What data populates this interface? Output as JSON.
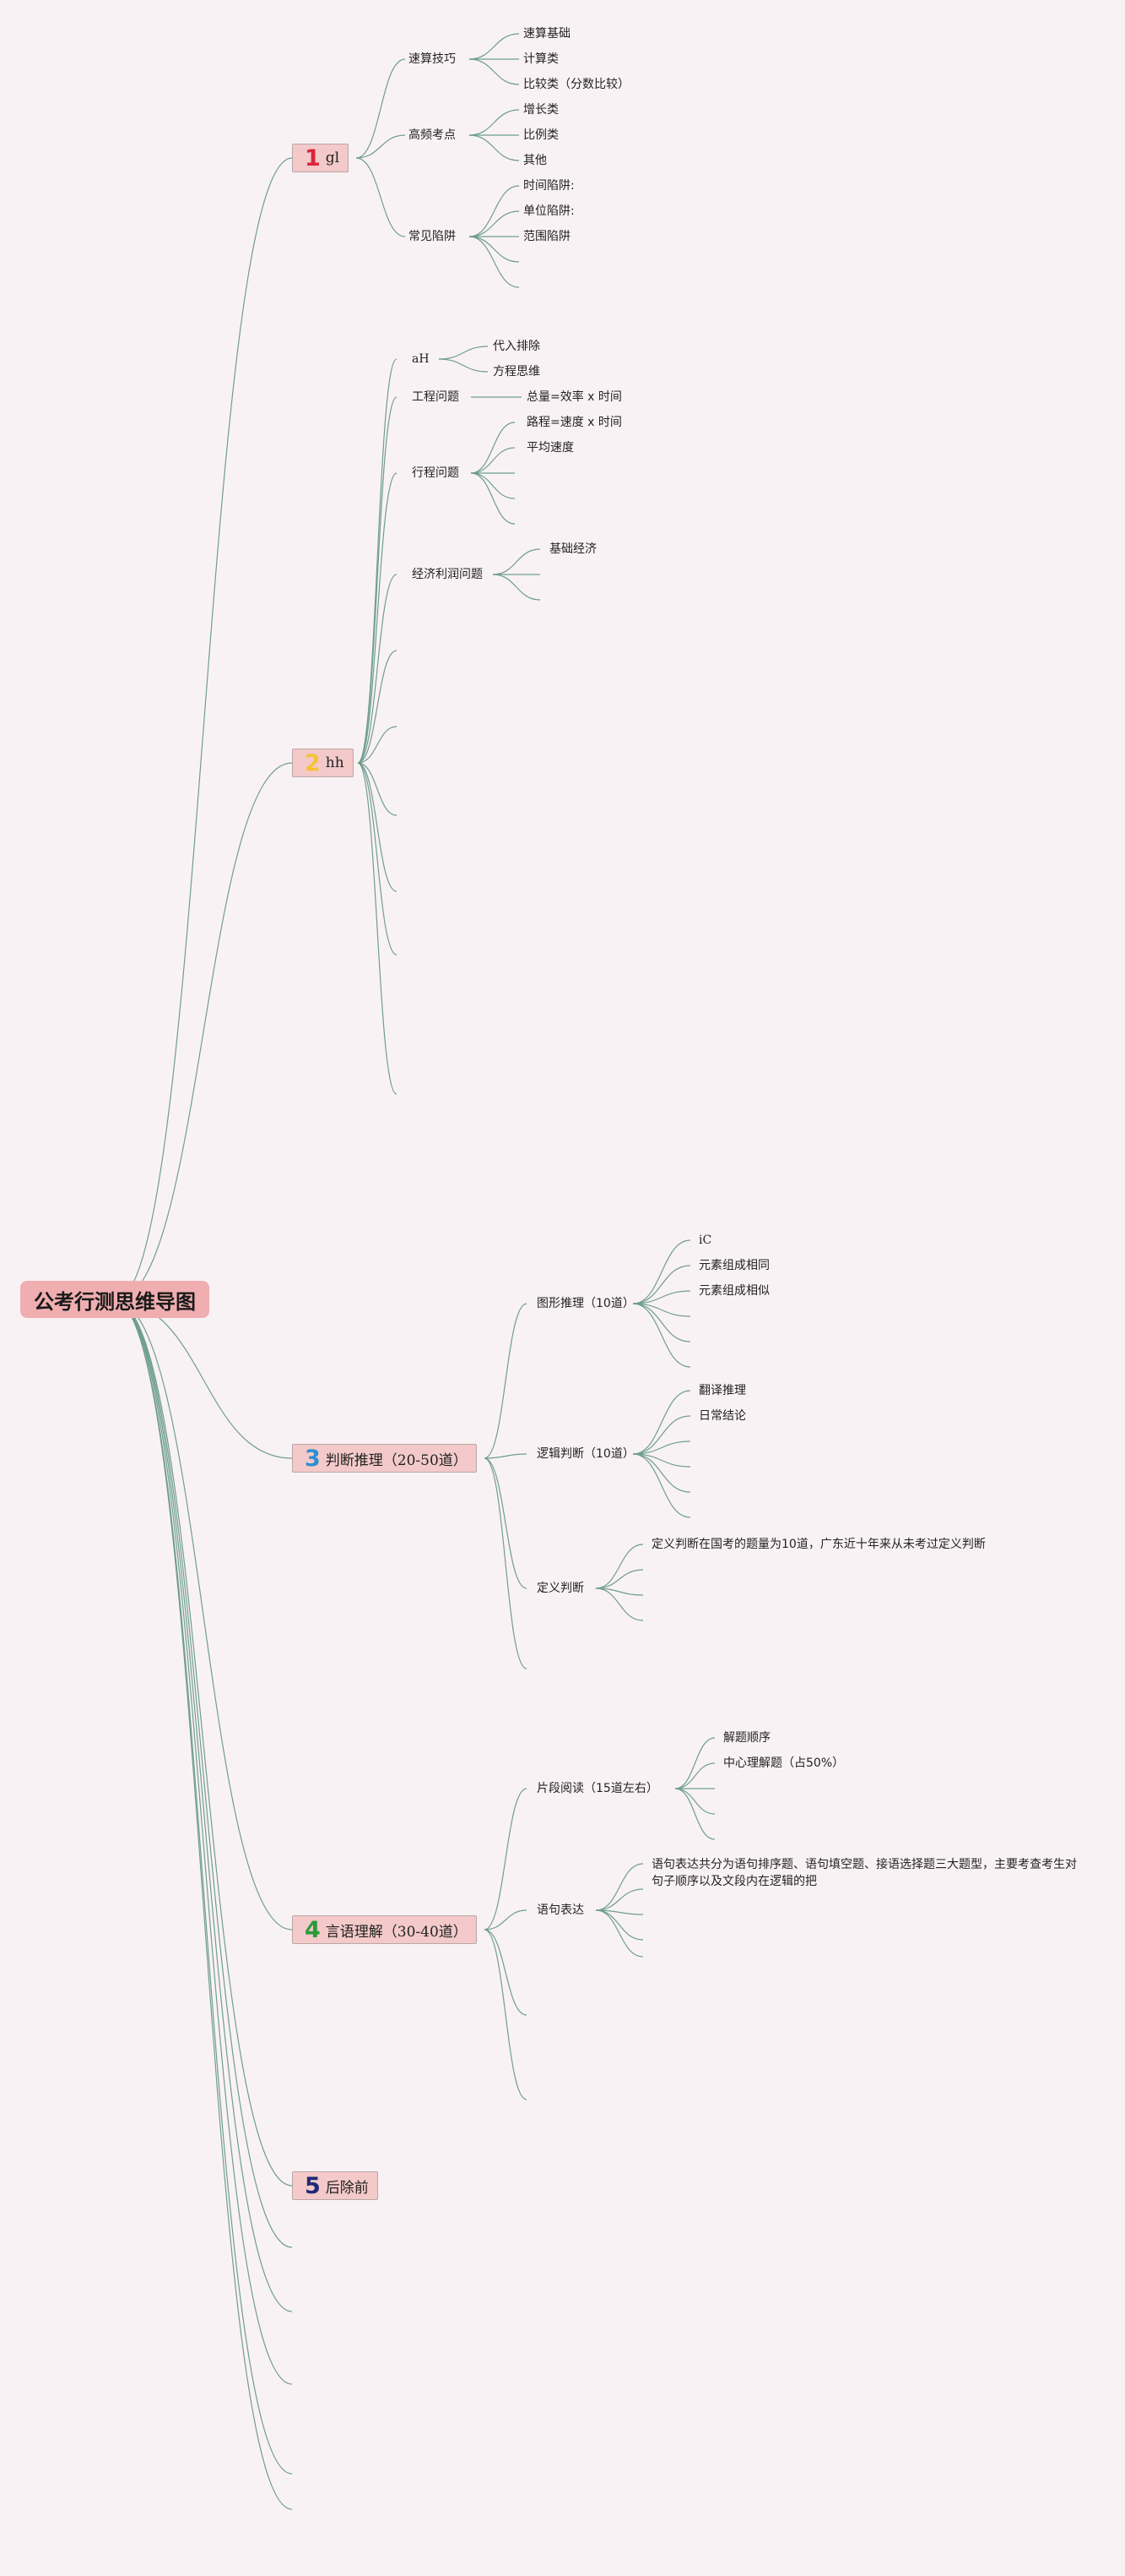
{
  "root": {
    "label": "公考行测思维导图"
  },
  "branches": [
    {
      "num": "1",
      "num_color": "#d8253a",
      "label": "gl",
      "children": [
        {
          "label": "速算技巧",
          "leaves": [
            "速算基础",
            "计算类",
            "比较类（分数比较）"
          ]
        },
        {
          "label": "高频考点",
          "leaves": [
            "增长类",
            "比例类",
            "其他"
          ]
        },
        {
          "label": "常见陷阱",
          "leaves": [
            "时间陷阱:",
            "单位陷阱:",
            "范围陷阱"
          ]
        }
      ]
    },
    {
      "num": "2",
      "num_color": "#f5c23a",
      "label": "hh",
      "children": [
        {
          "label": "aH",
          "leaves": [
            "代入排除",
            "方程思维"
          ]
        },
        {
          "label": "工程问题",
          "leaves": [
            "总量=效率 x 时间"
          ]
        },
        {
          "label": "行程问题",
          "leaves": [
            "路程=速度 x 时间",
            "平均速度"
          ]
        },
        {
          "label": "经济利润问题",
          "leaves": [
            "基础经济"
          ]
        }
      ]
    },
    {
      "num": "3",
      "num_color": "#2e8fcf",
      "label": "判断推理（20-50道）",
      "children": [
        {
          "label": "图形推理（10道）",
          "leaves": [
            "iC",
            "元素组成相同",
            "元素组成相似"
          ]
        },
        {
          "label": "逻辑判断（10道）",
          "leaves": [
            "翻译推理",
            "日常结论"
          ]
        },
        {
          "label": "定义判断",
          "leaves": [
            "定义判断在国考的题量为10道，广东近十年来从未考过定义判断"
          ]
        }
      ]
    },
    {
      "num": "4",
      "num_color": "#2a9a3c",
      "label": "言语理解（30-40道）",
      "children": [
        {
          "label": "片段阅读（15道左右）",
          "leaves": [
            "解题顺序",
            "中心理解题（占50%）"
          ]
        },
        {
          "label": "语句表达",
          "leaves": [
            "语句表达共分为语句排序题、语句填空题、接语选择题三大题型，主要考查考生对句子顺序以及文段内在逻辑的把"
          ]
        }
      ]
    },
    {
      "num": "5",
      "num_color": "#1e2a78",
      "label": "后除前",
      "children": []
    }
  ],
  "colors": {
    "background": "#f9f2f4",
    "link": "#6f9e8e",
    "root_fill": "#f0aeb0",
    "branch_fill": "#f3c9c9"
  }
}
